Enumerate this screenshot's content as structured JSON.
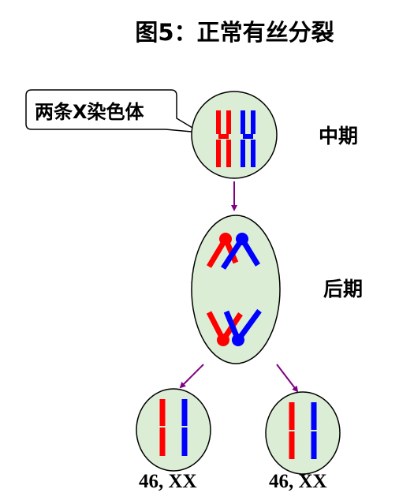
{
  "title": "图5：正常有丝分裂",
  "callout": "两条X染色体",
  "labels": {
    "metaphase": "中期",
    "anaphase": "后期"
  },
  "daughters": {
    "left_caption": "46, XX",
    "right_caption": "46, XX"
  },
  "colors": {
    "cell_fill": "#dbeed5",
    "cell_stroke": "#000000",
    "chromosome_red": "#ff0000",
    "chromosome_blue": "#0000ff",
    "arrow": "#800080"
  }
}
